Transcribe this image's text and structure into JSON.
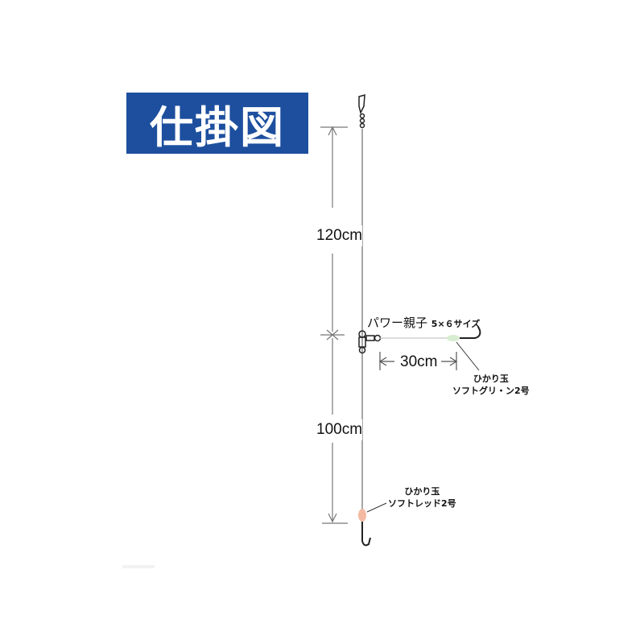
{
  "title": "仕掛図",
  "colors": {
    "title_bg": "#1d4f9e",
    "line": "#8a8a8a",
    "glow_green": "#d8edd0",
    "glow_red": "#f3b9a2"
  },
  "dimensions": {
    "upper": "120cm",
    "lower": "100cm",
    "branch": "30cm"
  },
  "swivel_label": {
    "name": "パワー親子",
    "size": "5×６サイズ"
  },
  "branch_bead": {
    "line1": "ひかり玉",
    "line2": "ソフトグリ・ン2号"
  },
  "bottom_bead": {
    "line1": "ひかり玉",
    "line2": "ソフトレッド2号"
  }
}
